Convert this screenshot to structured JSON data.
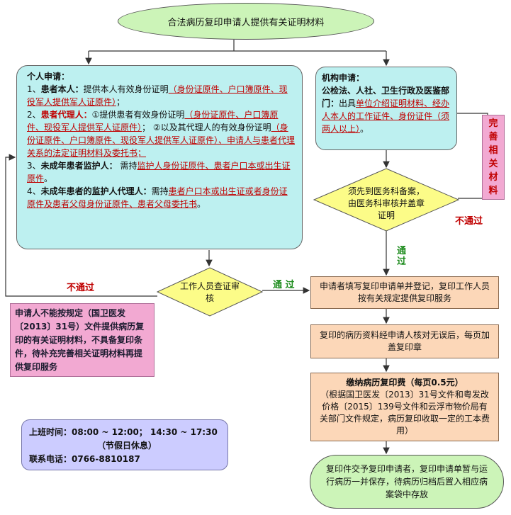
{
  "title": "合法病历复印申请人提供有关证明材料",
  "personal": {
    "heading": "个人申请：",
    "item1": {
      "num": "1、",
      "label": "患者本人：",
      "text": "提供本人有效身份证明",
      "red": "（身份证原件、户口簿原件、现役军人提供军人证原件）",
      "tail": "；"
    },
    "item2": {
      "num": "2、",
      "label": "患者代理人：",
      "text1": "①提供患者有效身份证明",
      "red1": "（身份证原件、户口簿原件、现役军人提供军人证原件）",
      "text2": "；  ②以及其代理人的有效身份证明",
      "red2": "（身份证原件、户口簿原件、现役军人提供军人证原件）、申请人与患者代理关系的法定证明材料及委托书；"
    },
    "item3": {
      "num": "3、",
      "label": "未成年患者监护人：",
      "text": "  需持",
      "red": "监护人身份证原件、患者户口本或出生证原件",
      "tail": "。"
    },
    "item4": {
      "num": "4、",
      "label": "未成年患者的监护人代理人：",
      "text": "需持",
      "red": "患者户口本或出生证或者身份证原件及患者父母身份证原件、患者父母委托书",
      "tail": "。"
    }
  },
  "institution": {
    "heading": "机构申请：",
    "line": "公检法、人社、卫生行政及医鉴部门：",
    "text": "出具",
    "red": "单位介绍证明材料、经办人本人的工作证件、身份证件（须两人以上）",
    "tail": "。"
  },
  "supplement": "完善相关材料",
  "diamond_medical": "须先到医务科备案，由医务科审核并盖章证明",
  "label_fail_right": "不通过",
  "label_pass_right": "通过",
  "diamond_staff": "工作人员查证审核",
  "label_fail_left": "不通过",
  "label_pass_left": "通 过",
  "reject_note": "申请人不能按规定（国卫医发〔2013〕31号）文件提供病历复印的有关证明材料，不具备复印条件，待补充完善相关证明材料再提供复印服务",
  "step1": "申请者填写复印申请单并登记，复印工作人员按有关规定提供复印服务",
  "step2": "复印的病历资料经申请人核对无误后，每页加盖复印章",
  "step3": {
    "heading": "缴纳病历复印费（每页0.5元）",
    "body": "（根据国卫医发〔2013〕31号文件和粤发改价格〔2015〕139号文件和云浮市物价局有关部门文件规定，病历复印收取一定的工本费用）"
  },
  "final": "复印件交予复印申请者，复印申请单暂与运行病历一并保存，待病历归档后置入相应病案袋中存放",
  "contact": {
    "hours": "上班时间：08:00 ~ 12:00；  14:30 ~ 17:30",
    "holiday": "（节假日休息）",
    "phone": "联系电话：0766-8810187"
  },
  "colors": {
    "oval": "#ccf4b8",
    "cyan": "#bdf0f0",
    "orange": "#fcd7b8",
    "pink": "#f2a9d2",
    "diamond": "#fcfc88",
    "contact": "#ccccff",
    "red": "#c00000",
    "green": "#1e8c1e"
  }
}
